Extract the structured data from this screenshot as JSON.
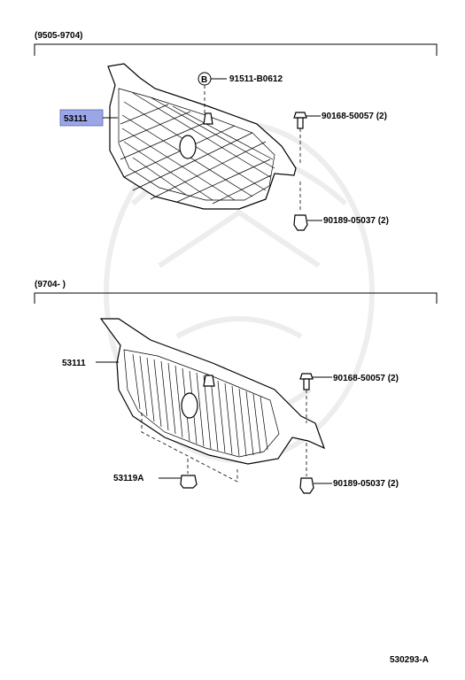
{
  "sections": [
    {
      "period": "(9505-9704)"
    },
    {
      "period": "(9704-        )"
    }
  ],
  "callouts": {
    "grille_top": "53111",
    "bolt_b": "91511-B0612",
    "screw_top": "90168-50057 (2)",
    "clip_top": "90189-05037 (2)",
    "grille_bottom": "53111",
    "screw_bottom": "90168-50057 (2)",
    "clip_bottom": "90189-05037 (2)",
    "retainer": "53119A",
    "bolt_mark": "B"
  },
  "highlight_color": "#9aa6e6",
  "diagram_id": "530293-A"
}
